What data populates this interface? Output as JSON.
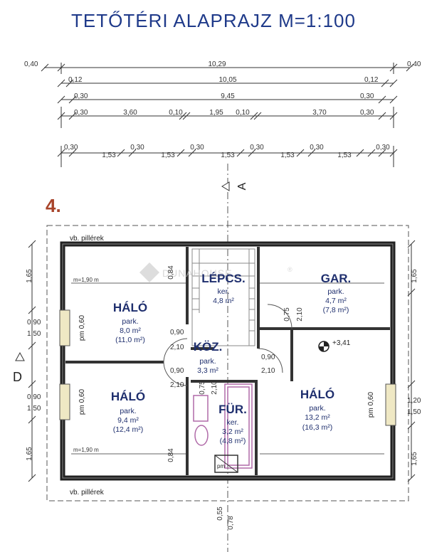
{
  "title": "TETŐTÉRI ALAPRAJZ   M=1:100",
  "floor_number": "4.",
  "watermark": "DUNAHOUSE",
  "watermark_mark": "®",
  "section_label_a": "A",
  "section_label_d": "D",
  "dim_rows": [
    [
      "0,40",
      "10,29",
      "0,40"
    ],
    [
      "0,12",
      "10,05",
      "0,12"
    ],
    [
      "0,30",
      "9,45",
      "0,30"
    ],
    [
      "0,30",
      "3,60",
      "0,10",
      "1,95",
      "0,10",
      "3,70",
      "0,30"
    ],
    [
      "0,30",
      "1,53",
      "0,30",
      "1,53",
      "0,30",
      "1,53",
      "0,30",
      "1,53",
      "0,30",
      "1,53",
      "0,30"
    ]
  ],
  "rooms": [
    {
      "name": "HÁLÓ",
      "floor": "park.",
      "area": "8,0 m²",
      "area2": "(11,0 m²)"
    },
    {
      "name": "LÉPCS.",
      "floor": "ker.",
      "area": "4,8 m²",
      "area2": ""
    },
    {
      "name": "GAR.",
      "floor": "park.",
      "area": "4,7 m²",
      "area2": "(7,8 m²)"
    },
    {
      "name": "KÖZ.",
      "floor": "park.",
      "area": "3,3 m²",
      "area2": ""
    },
    {
      "name": "HÁLÓ",
      "floor": "park.",
      "area": "9,4 m²",
      "area2": "(12,4 m²)"
    },
    {
      "name": "FÜR.",
      "floor": "ker.",
      "area": "3,2 m²",
      "area2": "(4,8 m²)"
    },
    {
      "name": "HÁLÓ",
      "floor": "park.",
      "area": "13,2 m²",
      "area2": "(16,3 m²)"
    }
  ],
  "labels": {
    "vb_top": "vb. pillérek",
    "vb_bottom": "vb. pillérek",
    "m190_top": "m=1,90 m",
    "m190_bottom": "m=1,90 m",
    "elev": "+3,41",
    "pm": "pm 0,60",
    "left_165_top": "1,65",
    "left_090_a": "0,90",
    "left_150_a": "1,50",
    "left_090_b": "0,90",
    "left_150_b": "1,50",
    "left_165_bot": "1,65",
    "right_165_top": "1,65",
    "right_120": "1,20",
    "right_150": "1,50",
    "right_165_bot": "1,65",
    "d_084_top": "0,84",
    "d_084_bot": "0,84",
    "d_075_gar": "0,75",
    "d_210_gar": "2,10",
    "d_090_a": "0,90",
    "d_210_a": "2,10",
    "d_090_b": "0,90",
    "d_210_b": "2,10",
    "d_090_c": "0,90",
    "d_210_c": "2,10",
    "d_075_fur": "0,75",
    "d_210_fur": "2,10",
    "bottom_055": "0,55",
    "bottom_078": "0,78",
    "pm_small": "pm"
  }
}
